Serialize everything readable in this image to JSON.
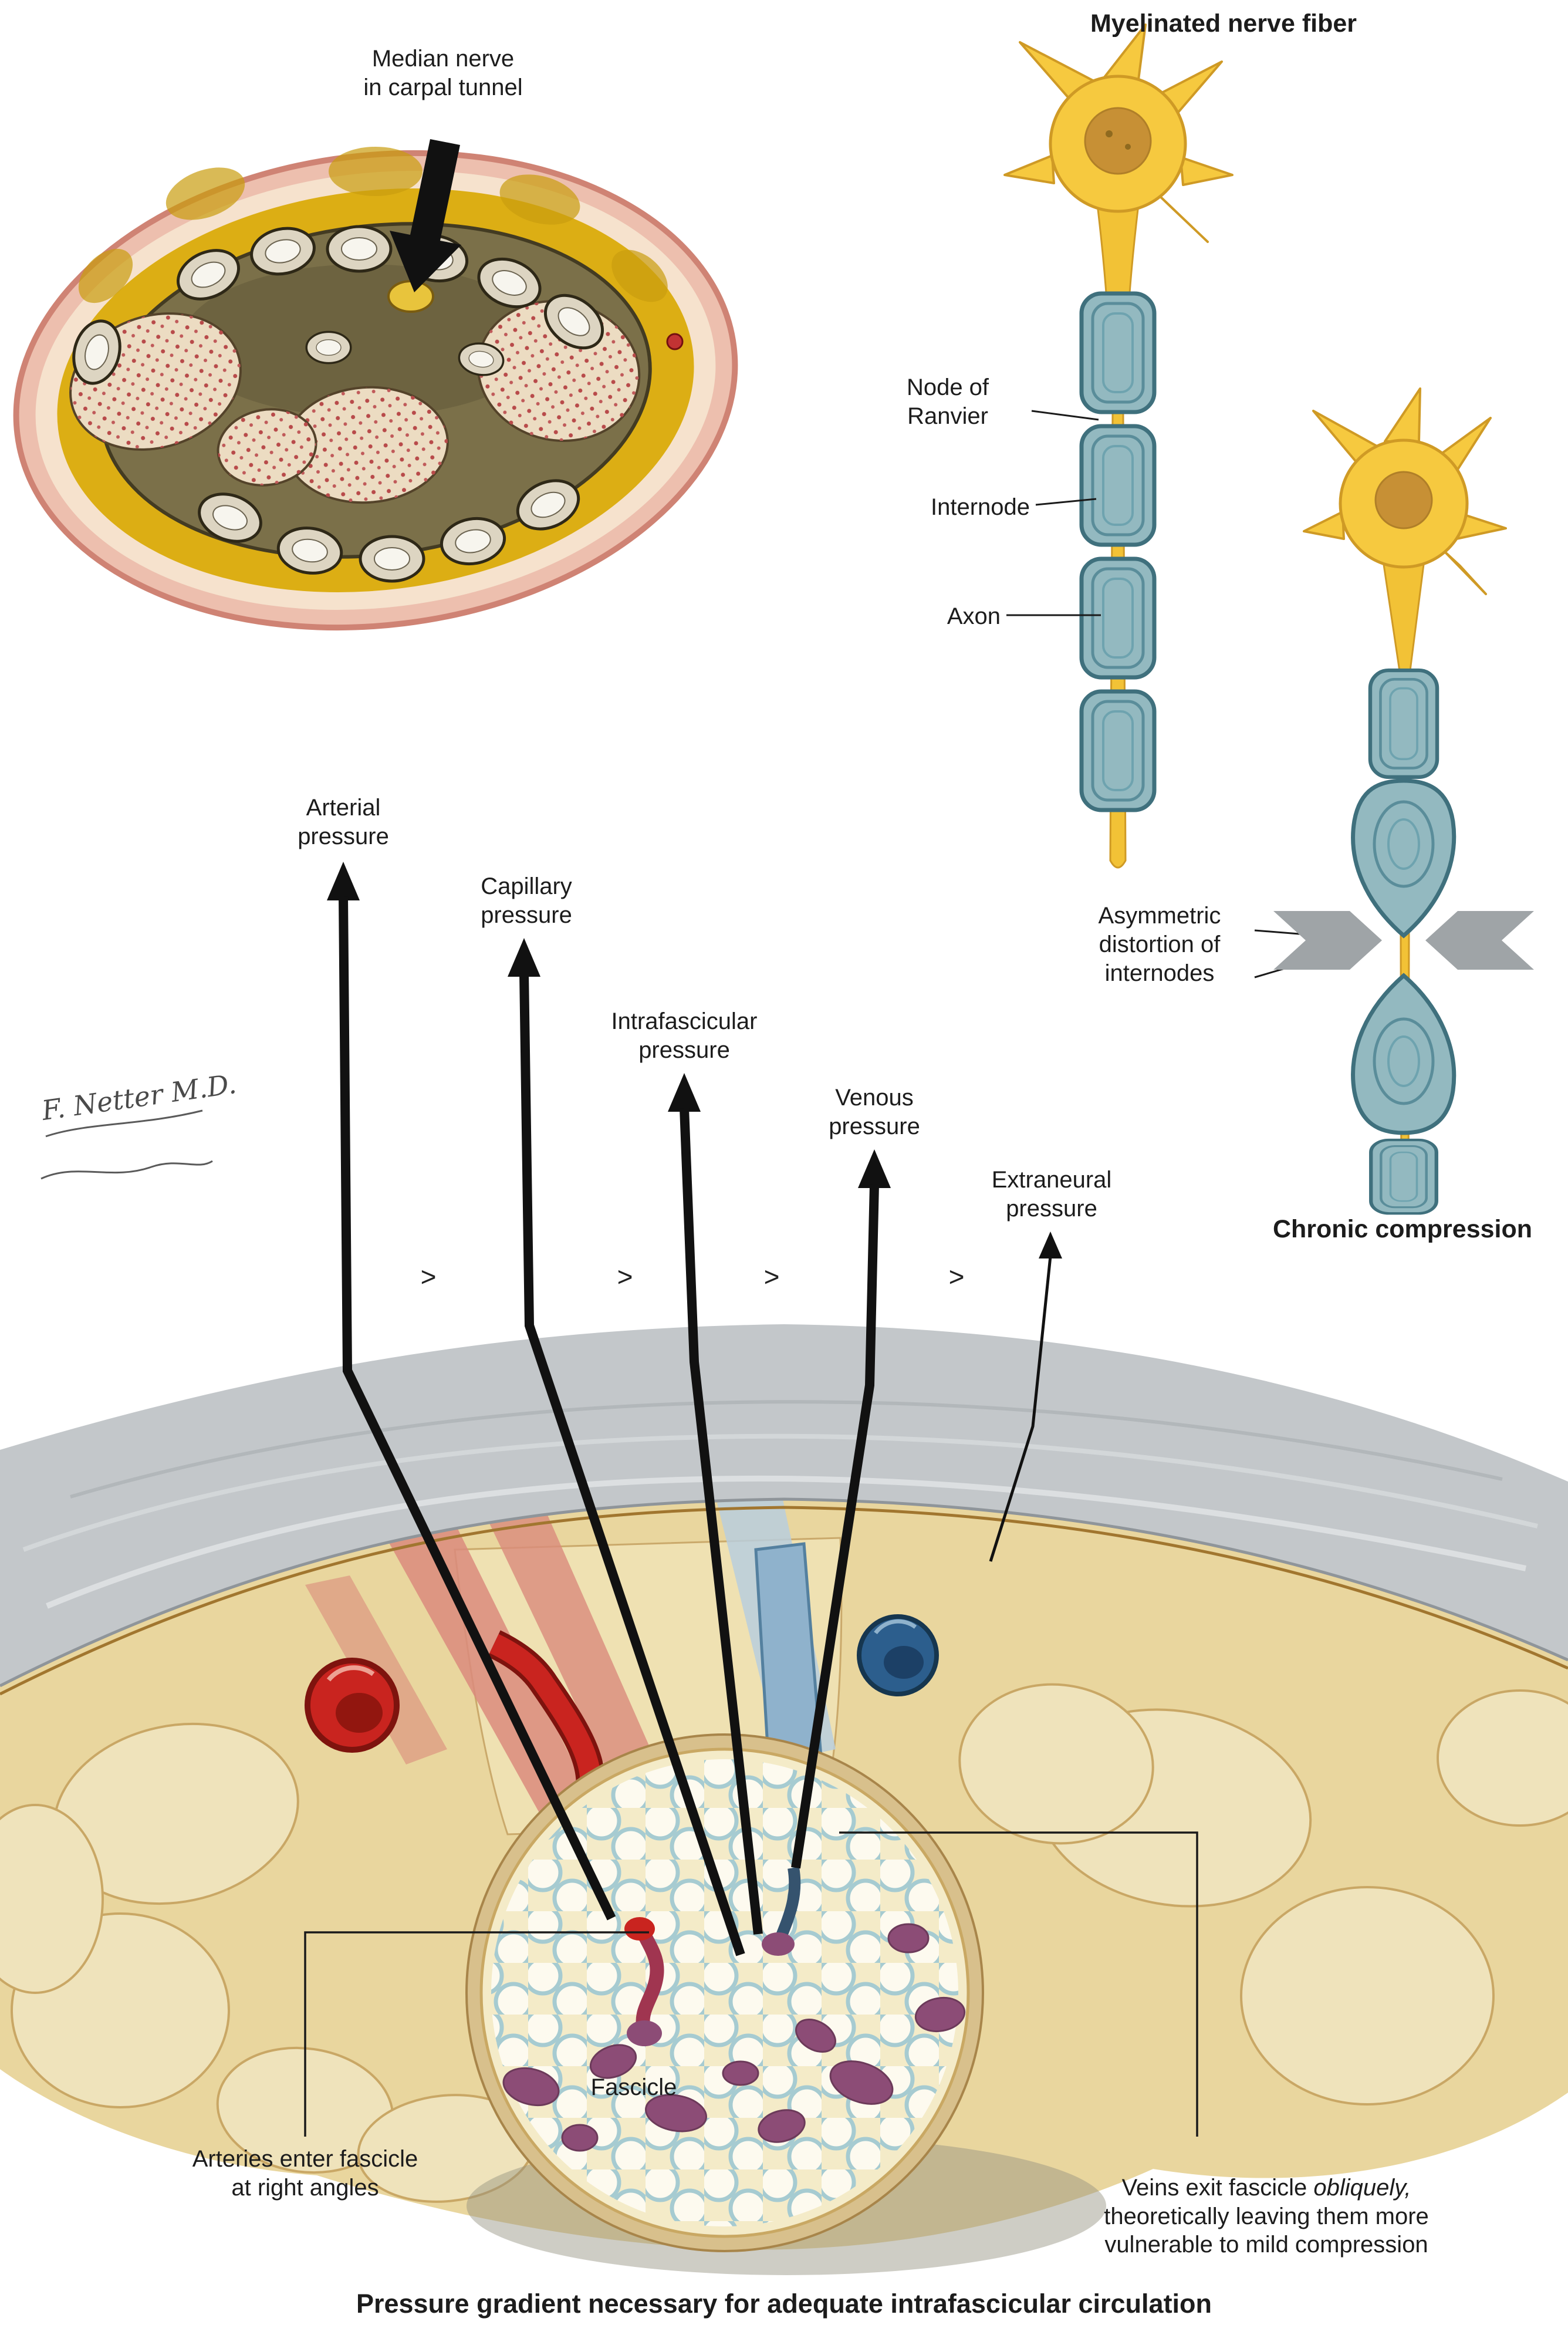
{
  "figure": {
    "caption": "Pressure gradient necessary for adequate intrafascicular circulation",
    "signature": "F. Netter M.D."
  },
  "carpal_section": {
    "label": "Median nerve\nin carpal tunnel"
  },
  "nerve_fiber": {
    "title": "Myelinated nerve fiber",
    "labels": {
      "node_of_ranvier": "Node of\nRanvier",
      "internode": "Internode",
      "axon": "Axon",
      "asymmetric_distortion": "Asymmetric\ndistortion of\ninternodes",
      "chronic_compression": "Chronic compression"
    }
  },
  "pressure_gradient": {
    "arterial": "Arterial\npressure",
    "capillary": "Capillary\npressure",
    "intrafascicular": "Intrafascicular\npressure",
    "venous": "Venous\npressure",
    "extraneural": "Extraneural\npressure",
    "greater_than": ">"
  },
  "cross_section": {
    "fascicle_label": "Fascicle",
    "arteries_note": "Arteries enter fascicle\nat right angles",
    "veins_note": {
      "pre": "Veins exit fascicle ",
      "italic": "obliquely,",
      "post": "\ntheoretically leaving them more\nvulnerable to mild compression"
    }
  },
  "colors": {
    "artery_red": "#c9241f",
    "vein_blue": "#2c5e8d",
    "capillary_purple": "#8c4c76",
    "neuron_yellow": "#f6c93f",
    "myelin_blue_gray": "#93b9c0",
    "epineurium_gray": "#c3c7ca",
    "tissue_cream": "#e9d69e",
    "fat_yellow": "#ddb117",
    "label_ink": "#1c1c1c"
  }
}
